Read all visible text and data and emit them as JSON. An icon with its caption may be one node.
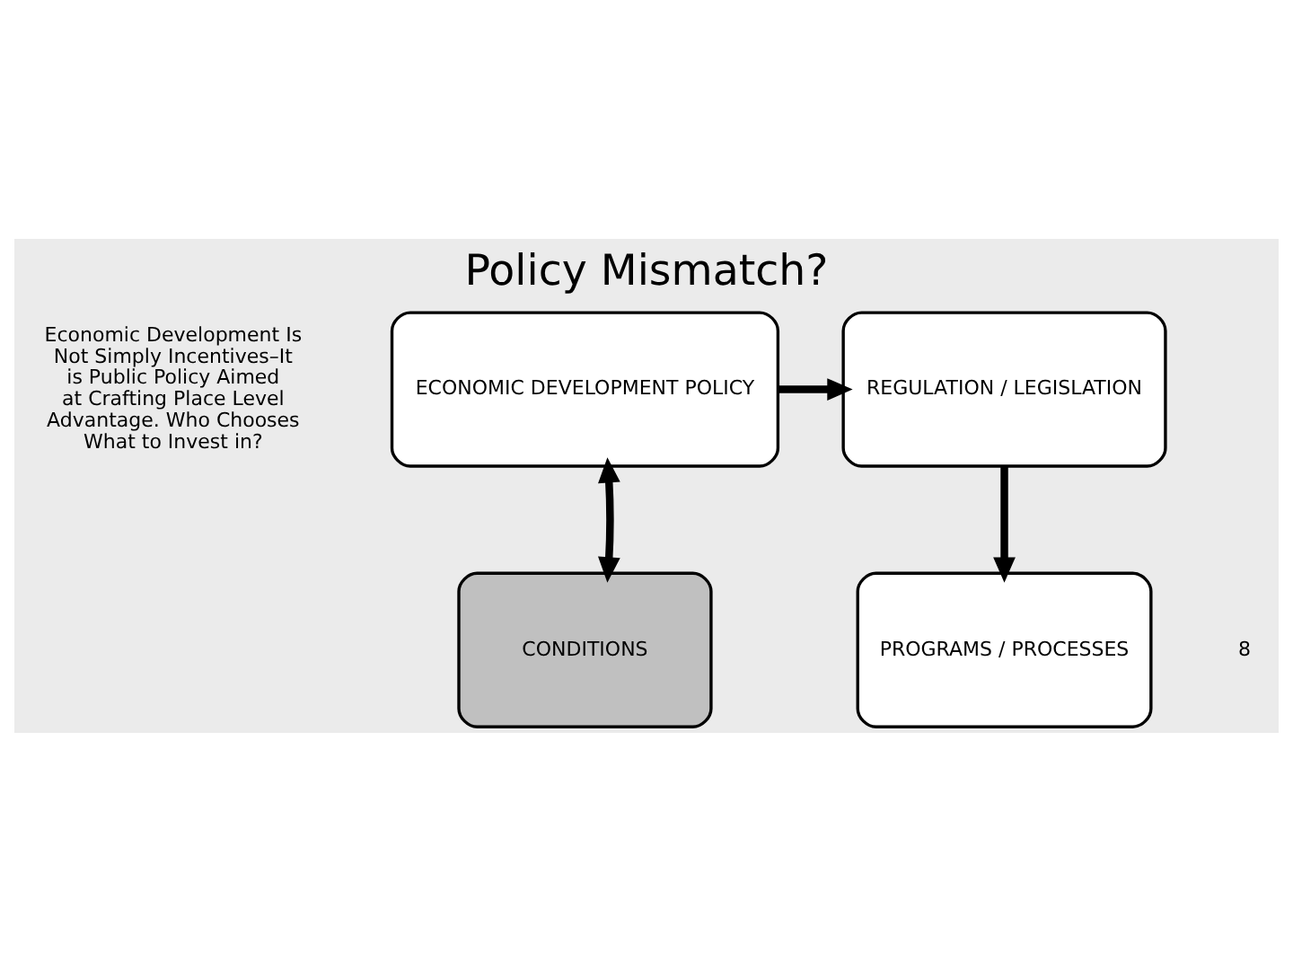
{
  "diagram": {
    "title": "Policy Mismatch?",
    "nodes": [
      {
        "text": [
          "ECONOMIC DEVELOPMENT POLICY"
        ]
      },
      {
        "text": [
          "REGULATION / LEGISLATION"
        ]
      },
      {
        "text": [
          "CONDITIONS"
        ]
      },
      {
        "text": [
          "PROGRAMS / PROCESSES"
        ]
      }
    ],
    "edges": [
      {
        "from": 0,
        "to": 1,
        "arrow": "to"
      },
      {
        "from": 1,
        "to": 3,
        "arrow": "to"
      },
      {
        "from": 2,
        "to": 0,
        "arrow": "both"
      }
    ],
    "labels": [
      "Economic Development Is Not Simply Incentives–It is Public Policy Aimed at Crafting Place Level Advantage. Who Chooses What to Invest in?",
      "8"
    ]
  }
}
